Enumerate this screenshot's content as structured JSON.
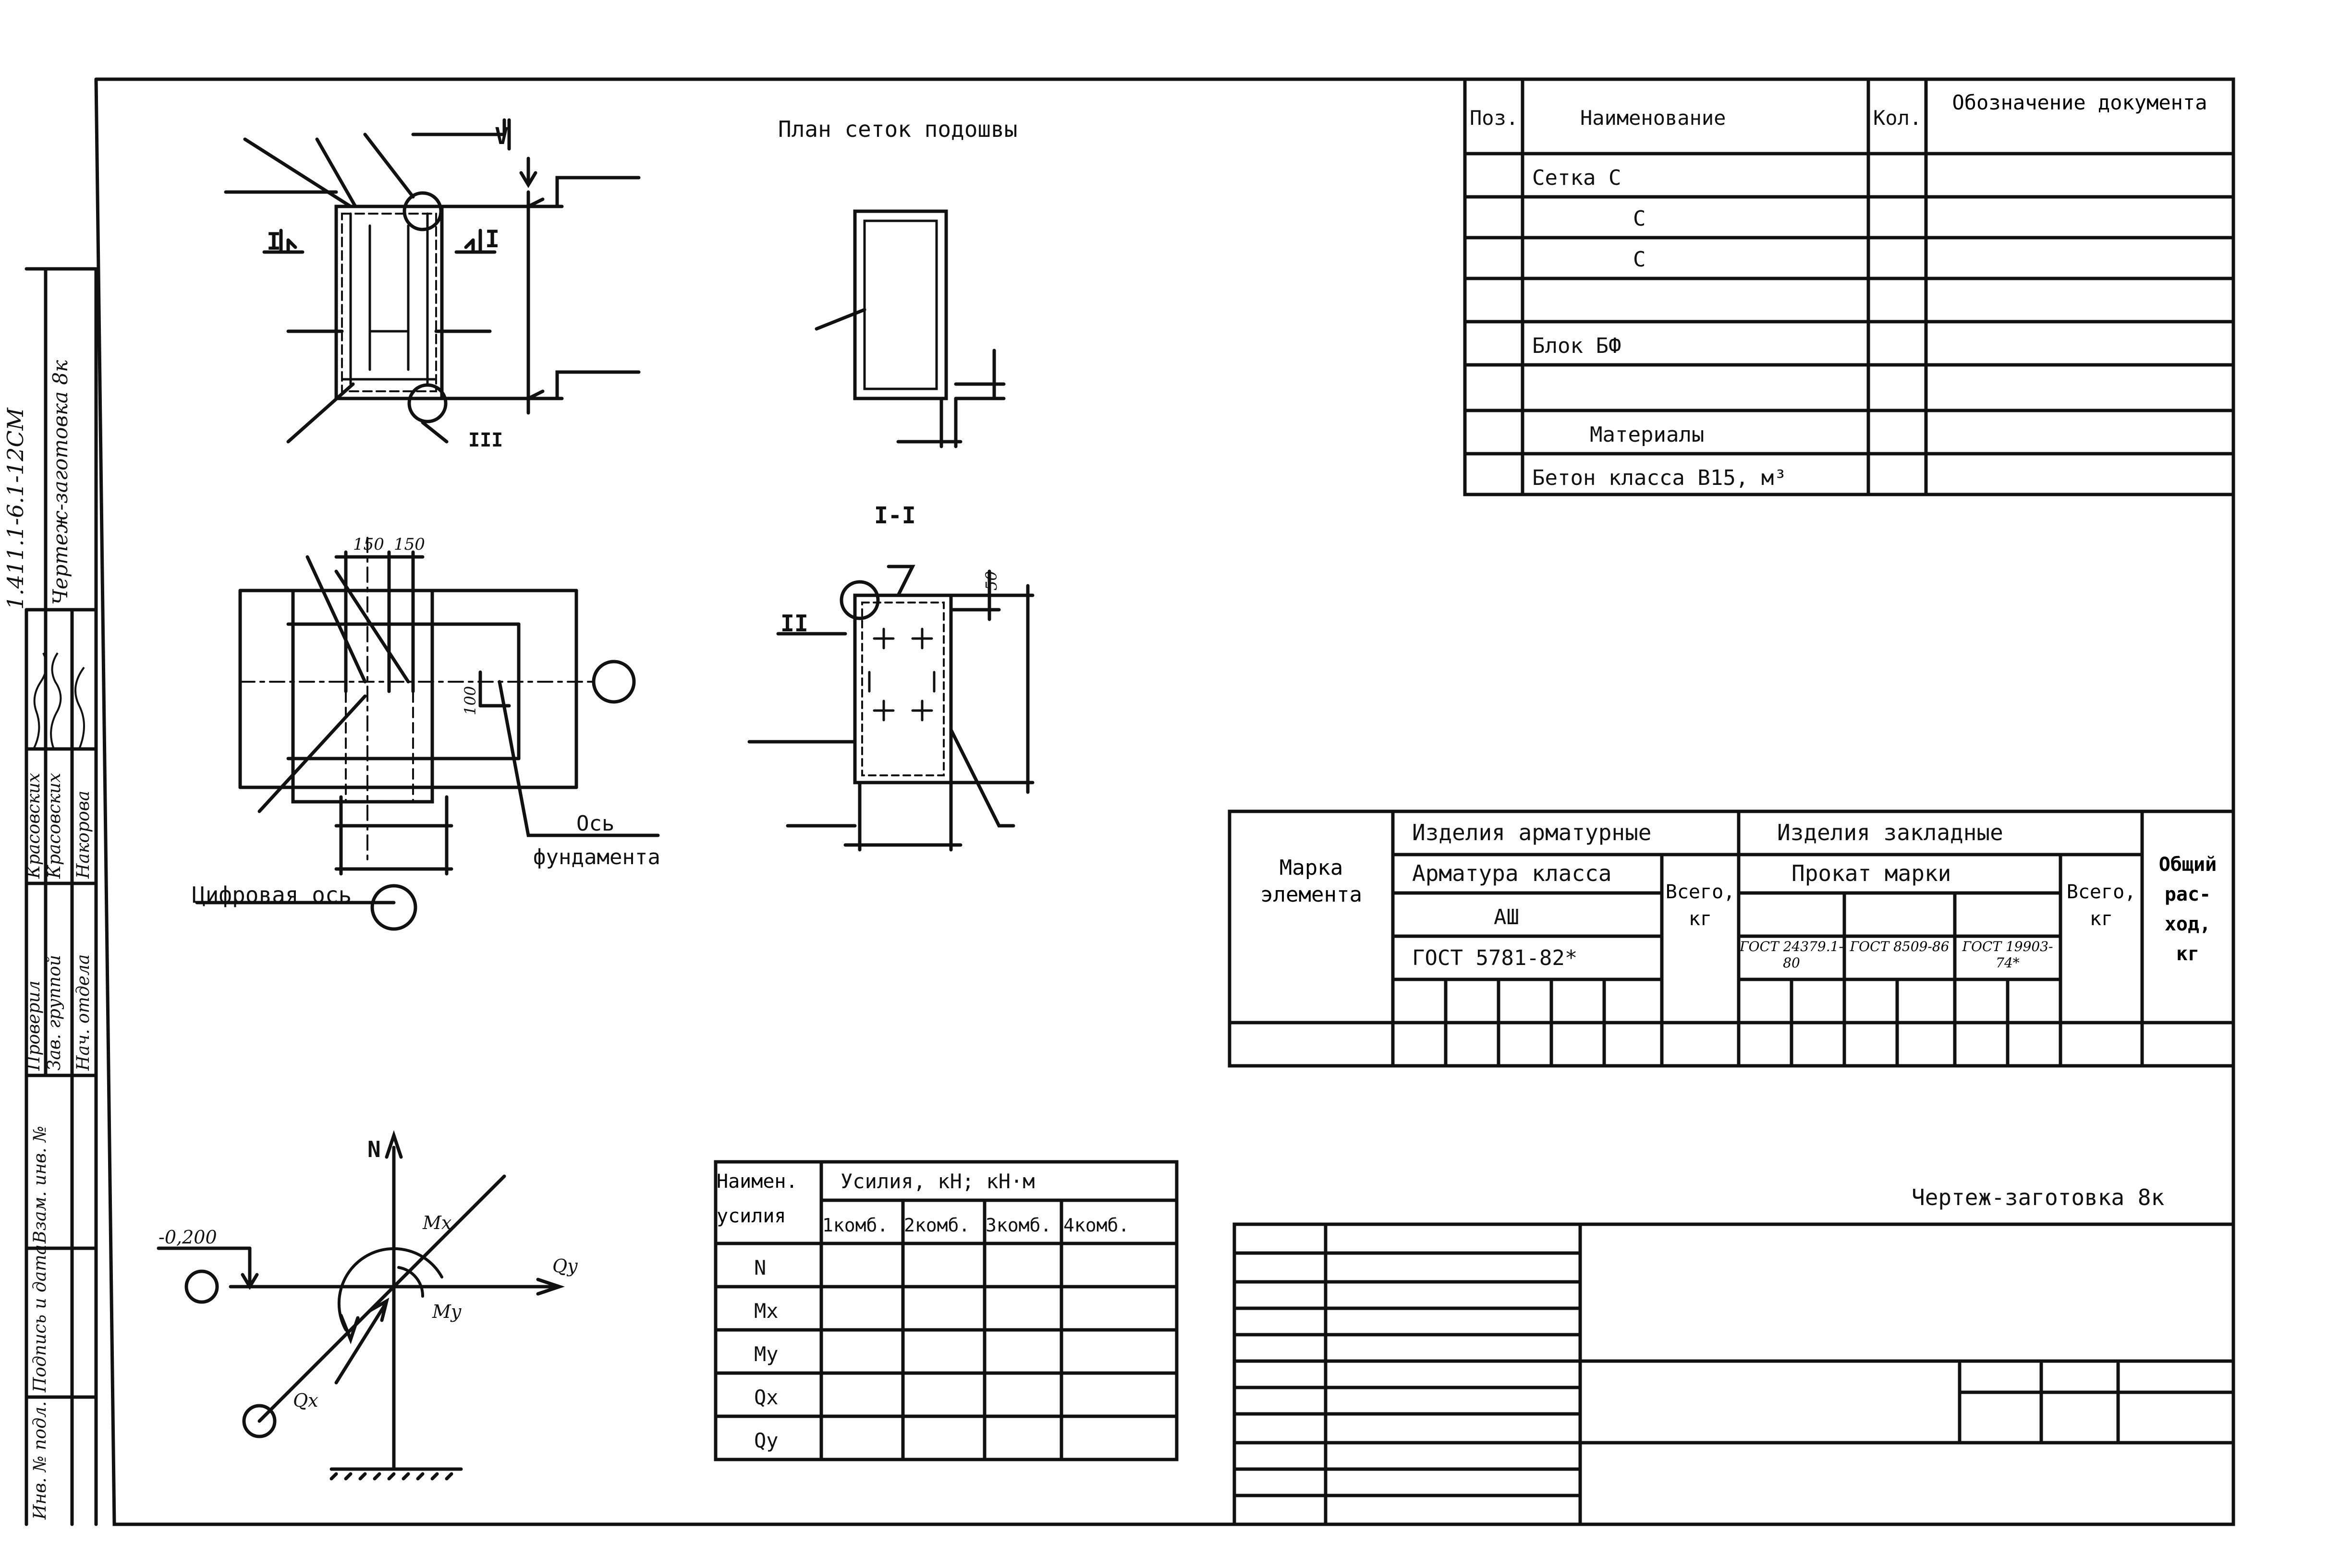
{
  "side_stamp": {
    "code": "1.411.1-6.1-12СМ",
    "subtitle": "Чертеж-заготовка 8к",
    "rows": [
      {
        "role": "Проверил",
        "name": "Красовских"
      },
      {
        "role": "Зав. группой",
        "name": "Красовских"
      },
      {
        "role": "Нач. отдела",
        "name": "Накорова"
      }
    ],
    "bottom_labels": [
      "Взам. инв. №",
      "Подпись и дата",
      "Инв. № подл."
    ]
  },
  "plan_title": "План сеток подошвы",
  "section_label": "I-I",
  "views": {
    "cut_I": "I",
    "node_III": "III",
    "node_V": "V",
    "node_II": "II",
    "dim_150a": "150",
    "dim_150b": "150",
    "dim_100": "100",
    "dim_50": "50",
    "axis_label": "Ось",
    "axis_label2": "фундамента",
    "digital_axis": "Цифровая ось",
    "elev": "-0,200",
    "force_N": "N",
    "force_Mx": "Mx",
    "force_My": "My",
    "force_Qy": "Qy",
    "force_Qx": "Qx"
  },
  "spec": {
    "headers": {
      "pos": "Поз.",
      "name": "Наименование",
      "qty": "Кол.",
      "doc": "Обозначение документа"
    },
    "rows": [
      {
        "name": "Сетка С"
      },
      {
        "name": "С"
      },
      {
        "name": "С"
      },
      {
        "name": ""
      },
      {
        "name": "Блок БФ"
      },
      {
        "name": ""
      },
      {
        "name": "Материалы"
      },
      {
        "name": "Бетон класса В15, м³"
      }
    ]
  },
  "steel": {
    "mark": "Марка элемента",
    "rebar_group": "Изделия арматурные",
    "rebar_class": "Арматура класса",
    "class_a3": "АШ",
    "gost_rebar": "ГОСТ 5781-82*",
    "total": "Всего, кг",
    "embedded_group": "Изделия закладные",
    "rolled": "Прокат марки",
    "gost1": "ГОСТ 24379.1-80",
    "gost2": "ГОСТ 8509-86",
    "gost3": "ГОСТ 19903-74*",
    "total2": "Всего, кг",
    "overall": "Общий рас- ход, кг"
  },
  "forces": {
    "header_name": "Наимен. усилия",
    "header_forces": "Усилия, кН; кН·м",
    "combos": [
      "1комб.",
      "2комб.",
      "3комб.",
      "4комб."
    ],
    "rows": [
      "N",
      "Mx",
      "My",
      "Qx",
      "Qy"
    ]
  },
  "title_caption": "Чертеж-заготовка 8к"
}
